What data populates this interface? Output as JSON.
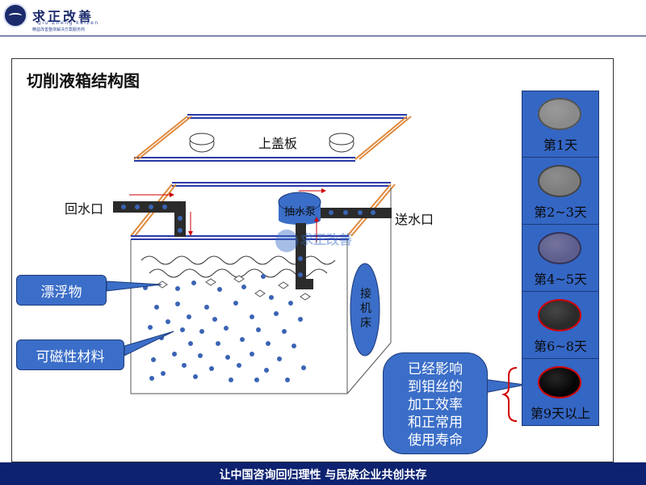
{
  "header": {
    "logo_cn": "求正改善",
    "logo_en": "Qiu Zheng kaizen",
    "logo_tagline": "精益改善整体解决方案服务商"
  },
  "title": "切削液箱结构图",
  "diagram": {
    "top_cover_label": "上盖板",
    "water_return_label": "回水口",
    "pump_label": "抽水泵",
    "water_send_label": "送水口",
    "floating_matter_label": "漂浮物",
    "magnetic_material_label": "可磁性材料",
    "machine_label": [
      "接",
      "机",
      "床"
    ]
  },
  "days": [
    {
      "label": "第1天",
      "fill": "#8a8a8a",
      "border": "#555555"
    },
    {
      "label": "第2~3天",
      "fill": "#7c7c7c",
      "border": "#444444"
    },
    {
      "label": "第4~5天",
      "fill": "#5e5e8e",
      "border": "#333355"
    },
    {
      "label": "第6~8天",
      "fill": "#2a2a2a",
      "border": "#d40000"
    },
    {
      "label": "第9天以上",
      "fill": "#050505",
      "border": "#d40000"
    }
  ],
  "note_lines": [
    "已经影响",
    "到钼丝的",
    "加工效率",
    "和正常用",
    "使用寿命"
  ],
  "footer": "让中国咨询回归理性  与民族企业共创共存",
  "colors": {
    "navy": "#0d2270",
    "callout_blue": "#3b6ec8",
    "panel_blue": "#3466c4",
    "pipe": "#2b2b2b",
    "rail_orange": "#e08a3c",
    "particle": "#3a64b4",
    "warning_red": "#d40000"
  }
}
